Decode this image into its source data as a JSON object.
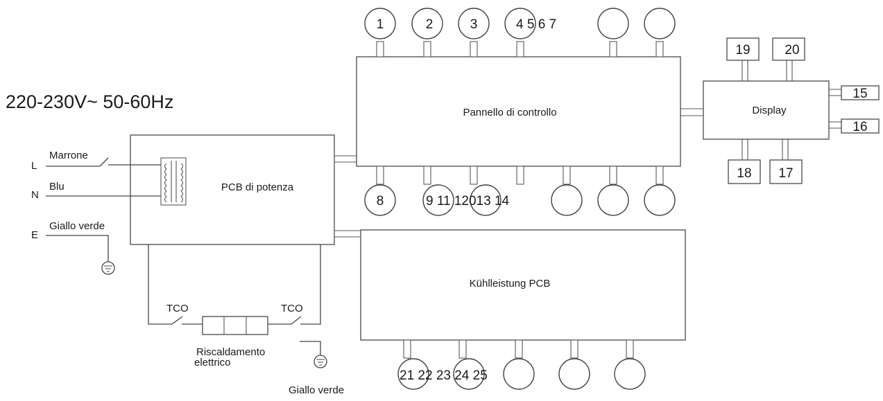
{
  "supply": "220-230V~  50-60Hz",
  "boxes": {
    "control_panel": "Pannello di controllo",
    "power_pcb": "PCB di potenza",
    "display": "Display",
    "cooling_pcb": "Kühlleistung PCB"
  },
  "terminals": {
    "L": "L",
    "N": "N",
    "E": "E",
    "L_wire": "Marrone",
    "N_wire": "Blu",
    "E_wire": "Giallo verde"
  },
  "heater": {
    "tco_left": "TCO",
    "tco_right": "TCO",
    "label_line1": "Riscaldamento",
    "label_line2": "elettrico",
    "ground_label": "Giallo verde"
  },
  "connectors": {
    "top_row": [
      "1",
      "2",
      "3",
      "4 5 6 7",
      "",
      ""
    ],
    "bottom_row": [
      "8",
      "9 11 12013 14",
      "",
      "",
      "",
      ""
    ],
    "cooling_row": [
      "21 22 23 24 25",
      "",
      "",
      "",
      ""
    ],
    "display_top": [
      "19",
      "20"
    ],
    "display_right": [
      "15",
      "16"
    ],
    "display_bottom": [
      "18",
      "17"
    ]
  }
}
